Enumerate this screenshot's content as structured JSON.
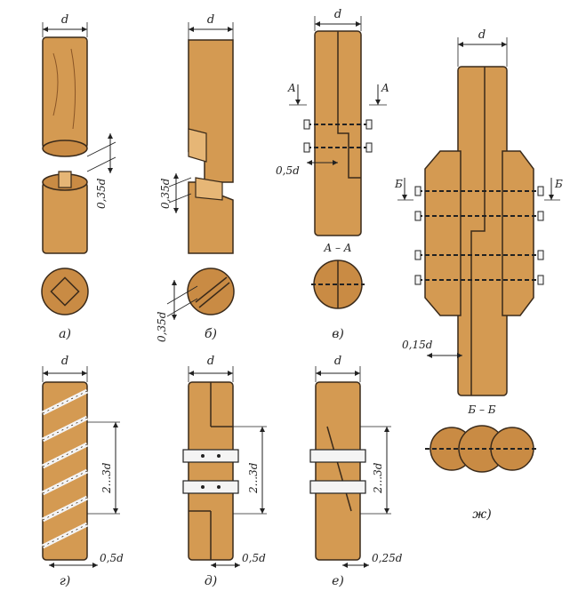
{
  "colors": {
    "wood": "#d49a52",
    "wood_light": "#e6b676",
    "wood_dark": "#8a5526",
    "outline": "#3a2a1a",
    "end_grain": "#c98b44",
    "metal": "#f4f4f4",
    "ink": "#222222"
  },
  "labels": {
    "d": "d",
    "d035": "0,35d",
    "d05": "0,5d",
    "d025": "0,25d",
    "d015": "0,15d",
    "range": "2...3d",
    "sec_a": "A",
    "sec_aa": "A – A",
    "sec_b": "Б",
    "sec_bb": "Б – Б"
  },
  "captions": {
    "a": "а)",
    "b": "б)",
    "v": "в)",
    "g": "г)",
    "d": "д)",
    "e": "е)",
    "zh": "ж)"
  }
}
